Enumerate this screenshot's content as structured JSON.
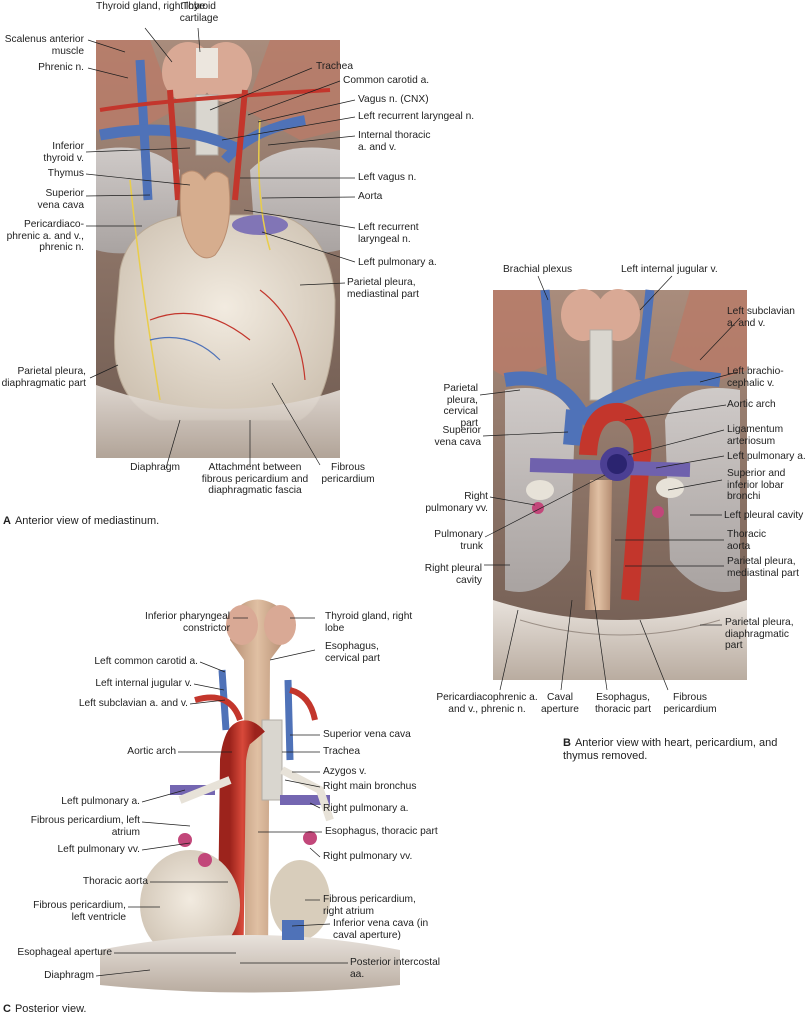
{
  "panels": {
    "A": {
      "letter": "A",
      "caption": "Anterior view of mediastinum.",
      "labels": [
        "Thyroid gland, right lobe",
        "Thyroid cartilage",
        "Scalenus anterior muscle",
        "Phrenic n.",
        "Trachea",
        "Common carotid a.",
        "Vagus n. (CNX)",
        "Left recurrent laryngeal n.",
        "Internal thoracic a. and v.",
        "Inferior thyroid v.",
        "Thymus",
        "Left vagus n.",
        "Superior vena cava",
        "Aorta",
        "Pericardiaco-phrenic a. and v., phrenic n.",
        "Left recurrent laryngeal n.",
        "Left pulmonary a.",
        "Parietal pleura, mediastinal part",
        "Parietal pleura, diaphragmatic part",
        "Diaphragm",
        "Attachment between fibrous pericardium and diaphragmatic fascia",
        "Fibrous pericardium"
      ]
    },
    "B": {
      "letter": "B",
      "caption": "Anterior view with heart, pericardium, and thymus removed.",
      "labels": [
        "Brachial plexus",
        "Left internal jugular v.",
        "Left subclavian a. and v.",
        "Left brachio-cephalic v.",
        "Parietal pleura, cervical part",
        "Aortic arch",
        "Superior vena cava",
        "Ligamentum arteriosum",
        "Left pulmonary a.",
        "Superior and inferior lobar bronchi",
        "Right pulmonary vv.",
        "Left pleural cavity",
        "Pulmonary trunk",
        "Thoracic aorta",
        "Right pleural cavity",
        "Parietal pleura, mediastinal part",
        "Parietal pleura, diaphragmatic part",
        "Pericardiacophrenic a. and v., phrenic n.",
        "Caval aperture",
        "Esophagus, thoracic part",
        "Fibrous pericardium"
      ]
    },
    "C": {
      "letter": "C",
      "caption": "Posterior view.",
      "labels": [
        "Inferior pharyngeal constrictor",
        "Thyroid gland, right lobe",
        "Esophagus, cervical part",
        "Left common carotid a.",
        "Left internal jugular v.",
        "Left subclavian a. and v.",
        "Superior vena cava",
        "Aortic arch",
        "Trachea",
        "Azygos v.",
        "Right main bronchus",
        "Left pulmonary a.",
        "Right pulmonary a.",
        "Fibrous pericardium, left atrium",
        "Esophagus, thoracic part",
        "Left pulmonary vv.",
        "Right pulmonary vv.",
        "Thoracic aorta",
        "Fibrous pericardium, right atrium",
        "Fibrous pericardium, left ventricle",
        "Inferior vena cava (in caval aperture)",
        "Esophageal aperture",
        "Diaphragm",
        "Posterior intercostal aa."
      ]
    }
  }
}
